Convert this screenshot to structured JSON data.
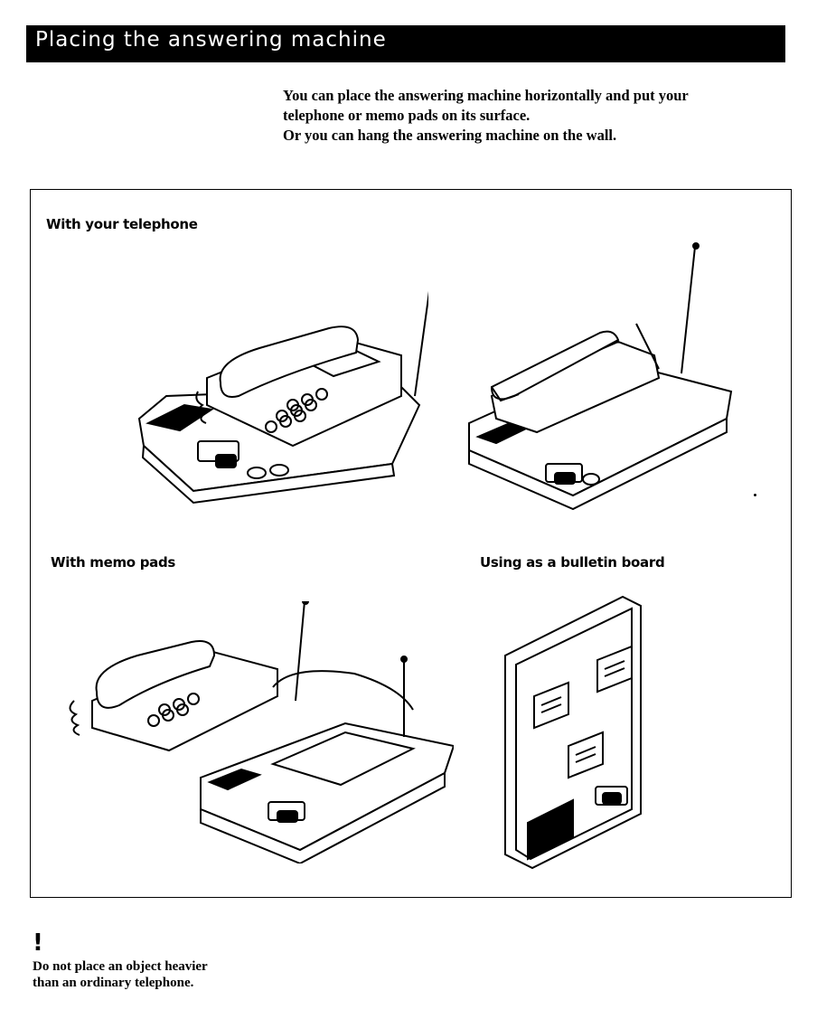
{
  "header": {
    "title": "Placing the answering machine"
  },
  "intro": {
    "lines": [
      "You can place the answering machine horizontally and put your",
      "telephone or memo pads on its surface.",
      "Or you can hang the answering machine on the wall."
    ]
  },
  "panel": {
    "captions": {
      "telephone": "With your telephone",
      "memo": "With memo pads",
      "bulletin": "Using as a bulletin board"
    }
  },
  "note": {
    "icon": "exclamation-icon",
    "symbol": "!",
    "lines": [
      "Do not place an object heavier",
      "than an ordinary telephone."
    ]
  }
}
